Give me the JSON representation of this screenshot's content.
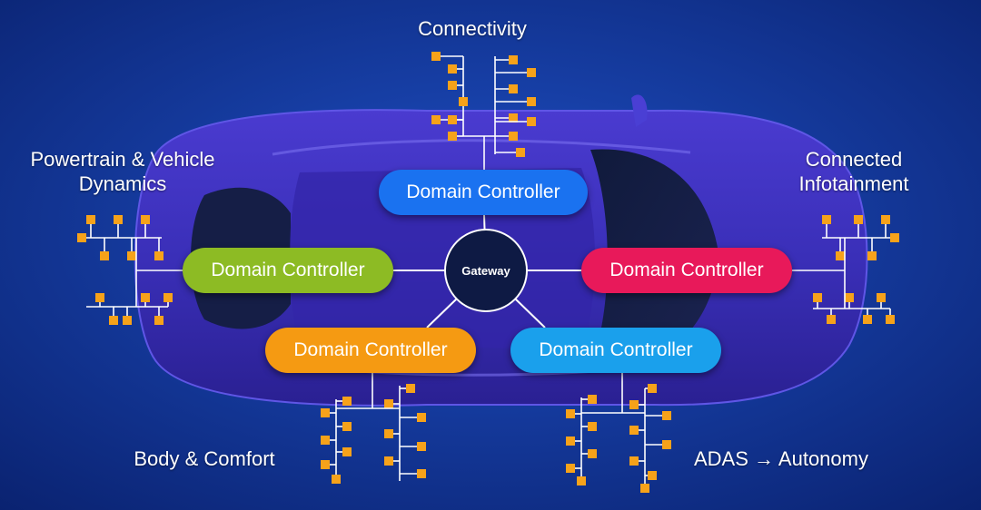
{
  "diagram": {
    "gateway_label": "Gateway",
    "colors": {
      "background": "#0d2f86",
      "node_square": "#f6a21a",
      "link_line": "#ffffff",
      "controller_blue": "#1a72f0",
      "controller_green": "#8dbb24",
      "controller_red": "#e8195a",
      "controller_orange": "#f59a12",
      "controller_lightblue": "#1aa0ec"
    },
    "domains": [
      {
        "id": "connectivity",
        "label": "Connectivity",
        "controller_label": "Domain Controller",
        "color": "#1a72f0"
      },
      {
        "id": "powertrain",
        "label": "Powertrain & Vehicle Dynamics",
        "label_lines": [
          "Powertrain & Vehicle",
          "Dynamics"
        ],
        "controller_label": "Domain Controller",
        "color": "#8dbb24"
      },
      {
        "id": "infotainment",
        "label": "Connected Infotainment",
        "label_lines": [
          "Connected",
          "Infotainment"
        ],
        "controller_label": "Domain Controller",
        "color": "#e8195a"
      },
      {
        "id": "body",
        "label": "Body & Comfort",
        "controller_label": "Domain Controller",
        "color": "#f59a12"
      },
      {
        "id": "adas",
        "label": "ADAS → Autonomy",
        "controller_label": "Domain Controller",
        "color": "#1aa0ec"
      }
    ]
  }
}
